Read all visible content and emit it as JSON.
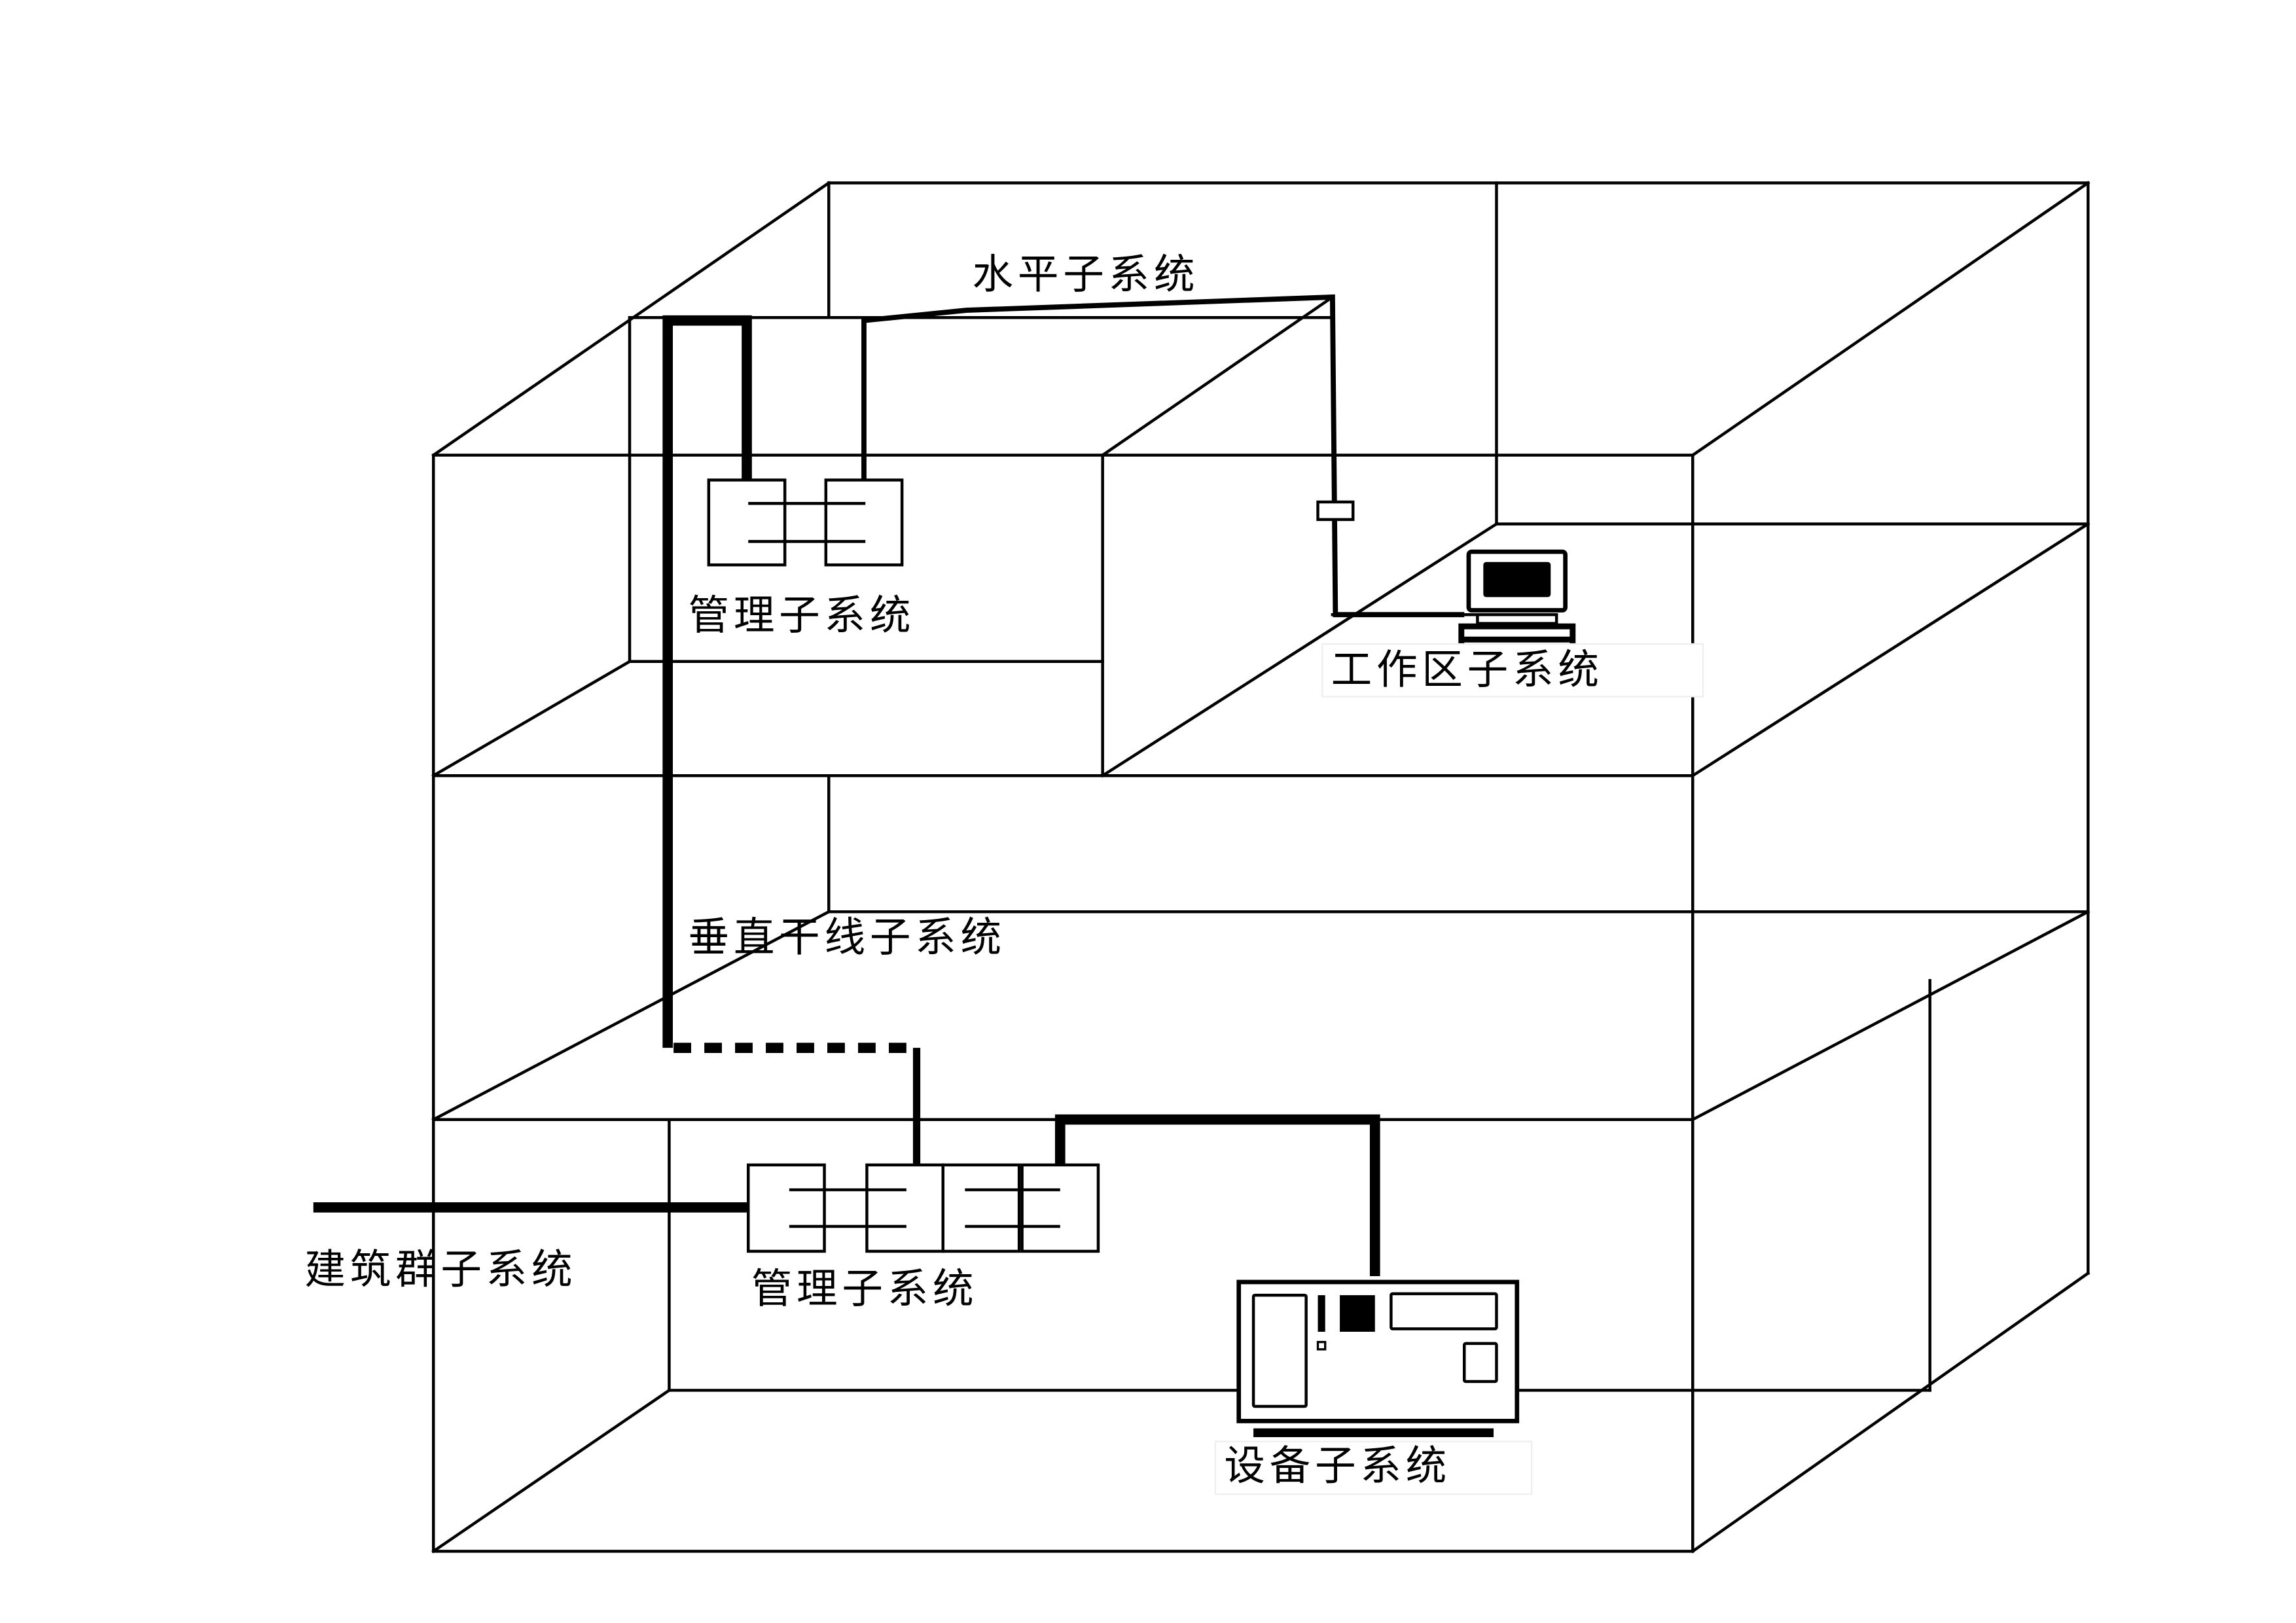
{
  "diagram": {
    "title": "综合布线系统结构示意图",
    "labels": {
      "horizontal": "水平子系统",
      "management_upper": "管理子系统",
      "work_area": "工作区子系统",
      "backbone": "垂直干线子系统",
      "campus": "建筑群子系统",
      "management_lower": "管理子系统",
      "equipment": "设备子系统"
    },
    "components": [
      {
        "id": "patch-panel-upper",
        "type": "patch-panel",
        "ports": 2,
        "floor": "top"
      },
      {
        "id": "information-outlet",
        "type": "outlet",
        "floor": "top"
      },
      {
        "id": "workstation",
        "type": "computer",
        "floor": "top"
      },
      {
        "id": "patch-panel-lower",
        "type": "patch-panel",
        "ports": 4,
        "floor": "ground"
      },
      {
        "id": "equipment-rack",
        "type": "server-equipment",
        "floor": "ground"
      }
    ],
    "connections": [
      {
        "from": "backbone",
        "to": "patch-panel-upper",
        "style": "thick"
      },
      {
        "from": "patch-panel-upper",
        "to": "information-outlet",
        "style": "thin",
        "label_ref": "horizontal"
      },
      {
        "from": "information-outlet",
        "to": "workstation",
        "style": "thin"
      },
      {
        "from": "patch-panel-upper",
        "to": "patch-panel-lower",
        "style": "thick-dashed-segment",
        "label_ref": "backbone"
      },
      {
        "from": "campus",
        "to": "patch-panel-lower",
        "style": "thick",
        "label_ref": "campus"
      },
      {
        "from": "patch-panel-lower",
        "to": "equipment-rack",
        "style": "thick"
      }
    ],
    "floors": 3
  }
}
